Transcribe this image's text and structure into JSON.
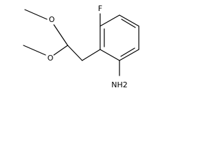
{
  "molecule": {
    "atoms": {
      "fluorine": "F",
      "amine": "NH2",
      "oxygen_upper": "O",
      "oxygen_lower": "O"
    },
    "colors": {
      "bond": "#000000",
      "label": "#000000",
      "background": "#ffffff"
    }
  }
}
